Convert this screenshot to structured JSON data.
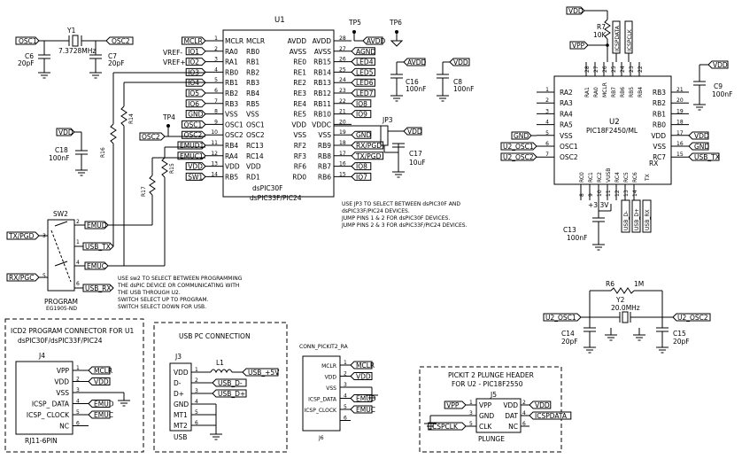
{
  "u1": {
    "ref": "U1",
    "part1": "dsPIC30F",
    "part2": "dsPIC33F/PIC24",
    "left_pins": [
      {
        "num": "1",
        "name": "MCLR"
      },
      {
        "num": "2",
        "name": "RB0"
      },
      {
        "num": "3",
        "name": "RB1"
      },
      {
        "num": "4",
        "name": "RB2"
      },
      {
        "num": "5",
        "name": "RB3"
      },
      {
        "num": "6",
        "name": "RB4"
      },
      {
        "num": "7",
        "name": "RB5"
      },
      {
        "num": "8",
        "name": "VSS"
      },
      {
        "num": "9",
        "name": "OSC1"
      },
      {
        "num": "10",
        "name": "OSC2"
      },
      {
        "num": "11",
        "name": "RC13"
      },
      {
        "num": "12",
        "name": "RC14"
      },
      {
        "num": "13",
        "name": "VDD"
      },
      {
        "num": "14",
        "name": "RD1"
      }
    ],
    "left_outer": [
      "MCLR",
      "RA0",
      "RA1",
      "RB0",
      "RB1",
      "RB2",
      "RB3",
      "VSS",
      "OSC1",
      "OSC2",
      "RB4",
      "RA4",
      "VDD",
      "RB5"
    ],
    "right_pins": [
      {
        "num": "28",
        "name": "AVDD"
      },
      {
        "num": "27",
        "name": "AVSS"
      },
      {
        "num": "26",
        "name": "RE0"
      },
      {
        "num": "25",
        "name": "RE1"
      },
      {
        "num": "24",
        "name": "RE2"
      },
      {
        "num": "23",
        "name": "RE3"
      },
      {
        "num": "22",
        "name": "RE4"
      },
      {
        "num": "21",
        "name": "RE5"
      },
      {
        "num": "20",
        "name": "VDD"
      },
      {
        "num": "19",
        "name": "VSS"
      },
      {
        "num": "18",
        "name": "RF2"
      },
      {
        "num": "17",
        "name": "RF3"
      },
      {
        "num": "16",
        "name": "RF6"
      },
      {
        "num": "15",
        "name": "RD0"
      }
    ],
    "right_outer": [
      "AVDD",
      "AVSS",
      "RB15",
      "RB14",
      "RB13",
      "RB12",
      "RB11",
      "RB10",
      "VDDC",
      "VSS",
      "RB9",
      "RB8",
      "RB7",
      "RB6"
    ],
    "left_nets": [
      "MCLR",
      "IO1",
      "IO2",
      "IO3",
      "IO4",
      "IO5",
      "IO6",
      "GND",
      "OSC1",
      "OSC2",
      "EMUD1",
      "EMUC1",
      "VDD",
      "SW1"
    ],
    "vref_minus": "VREF-",
    "vref_plus": "VREF+",
    "right_nets": [
      "AVDD",
      "AGND",
      "LED4",
      "LED5",
      "LED6",
      "LED7",
      "IO8",
      "IO9",
      "",
      "GND",
      "RX/PGD",
      "TX/PGD",
      "IO8",
      "IO7"
    ]
  },
  "u2": {
    "ref": "U2",
    "part": "PIC18F2450/ML",
    "left_pins": [
      {
        "num": "1",
        "name": "RA2"
      },
      {
        "num": "2",
        "name": "RA3"
      },
      {
        "num": "3",
        "name": "RA4"
      },
      {
        "num": "4",
        "name": "RA5"
      },
      {
        "num": "5",
        "name": "VSS"
      },
      {
        "num": "6",
        "name": "OSC1"
      },
      {
        "num": "7",
        "name": "OSC2"
      }
    ],
    "right_pins": [
      {
        "num": "21",
        "name": "RB3"
      },
      {
        "num": "20",
        "name": "RB2"
      },
      {
        "num": "19",
        "name": "RB1"
      },
      {
        "num": "18",
        "name": "RB0"
      },
      {
        "num": "17",
        "name": "VDD"
      },
      {
        "num": "16",
        "name": "VSS"
      },
      {
        "num": "15",
        "name": "RC7"
      }
    ],
    "right_extra": "RX",
    "top_pins": [
      {
        "num": "28",
        "name": "RA1"
      },
      {
        "num": "27",
        "name": "RA0"
      },
      {
        "num": "26",
        "name": "MCLR"
      },
      {
        "num": "25",
        "name": "RB7"
      },
      {
        "num": "24",
        "name": "RB6"
      },
      {
        "num": "23",
        "name": "RB5"
      },
      {
        "num": "22",
        "name": "RB4"
      }
    ],
    "bottom_pins": [
      {
        "num": "8",
        "name": "RC0"
      },
      {
        "num": "9",
        "name": "RC1"
      },
      {
        "num": "10",
        "name": "RC2"
      },
      {
        "num": "11",
        "name": "VUSB"
      },
      {
        "num": "12",
        "name": "RC4"
      },
      {
        "num": "13",
        "name": "RC5"
      },
      {
        "num": "14",
        "name": "RC6"
      }
    ],
    "bottom_extra": "TX",
    "left_nets": [
      "GND",
      "U2_OSC1",
      "U2_OSC2"
    ],
    "right_nets": [
      "VDD",
      "GND",
      "USB_TX"
    ],
    "top_nets": [
      "VPP",
      "ICSPDATA",
      "ICSPCLK"
    ],
    "bottom_nets": [
      "USB_D-",
      "USB_D+",
      "USB_RX"
    ],
    "vusb_label": "+3.3V"
  },
  "top_left": {
    "osc1": "OSC1",
    "osc2": "OSC2",
    "y1": "Y1",
    "y1_val": "7.3728MHz",
    "c6": "C6",
    "c6_val": "20pF",
    "c7": "C7",
    "c7_val": "20pF",
    "vdd": "VDD",
    "c18": "C18",
    "c18_val": "100nF"
  },
  "mid": {
    "tp4": "TP4",
    "tp5": "TP5",
    "tp6": "TP6",
    "avdd": "AVDD",
    "avdd_net": "AVDD",
    "vdd": "VDD",
    "c16": "C16",
    "c16_val": "100nF",
    "c8": "C8",
    "c8_val": "100nF",
    "jp3": "JP3",
    "jp3_vdd": "VDD",
    "c17": "C17",
    "c17_val": "10uF",
    "r16": "R16",
    "r14": "R14",
    "r17": "R17",
    "r15": "R15",
    "osc2": "OSC2",
    "jp3_note": [
      "USE JP3 TO SELECT BETWEEN dsPIC30F AND",
      "dsPIC33F/PIC24 DEVICES.",
      "JUMP PINS 1 & 2 FOR dsPIC30F DEVICES.",
      "JUMP PINS 2 & 3 FOR dsPIC33F/PIC24 DEVICES."
    ]
  },
  "sw2": {
    "ref": "SW2",
    "tx_pgd": "TX/PGD",
    "rx_pgc": "RX/PGC",
    "emud": "EMUD",
    "usb_tx": "USB_TX",
    "emuc": "EMUC",
    "usb_rx": "USB_RX",
    "label": "PROGRAM",
    "part": "EG1905-ND",
    "note": [
      "USE sw2 TO SELECT BETWEEN PROGRAMMING",
      "THE dsPIC DEVICE OR COMMUNICATING WITH",
      "THE USB THROUGH U2.",
      "SWITCH SELECT UP TO PROGRAM.",
      "SWITCH SELECT DOWN FOR USB."
    ]
  },
  "right_top": {
    "vdd": "VDD",
    "r7": "R7",
    "r7_val": "10K",
    "vpp": "VPP",
    "icspdata": "ICSPDATA",
    "icspclk": "ICSPCLK",
    "vdd2": "VDD",
    "c9": "C9",
    "c9_val": "100nF"
  },
  "y2": {
    "r6": "R6",
    "r6_val": "1M",
    "y2": "Y2",
    "y2_val": "20.0MHz",
    "osc1": "U2_OSC1",
    "osc2": "U2_OSC2",
    "c14": "C14",
    "c14_val": "20pF",
    "c15": "C15",
    "c15_val": "20pF",
    "c13": "C13",
    "c13_val": "100nF"
  },
  "icd2": {
    "title1": "ICD2 PROGRAM CONNECTOR FOR U1",
    "title2": "dsPIC30F/dsPIC33F/PIC24",
    "ref": "J4",
    "part": "RJ11-6PIN",
    "pins": [
      {
        "num": "1",
        "name": "VPP",
        "net": "MCLR"
      },
      {
        "num": "2",
        "name": "VDD",
        "net": "VDD"
      },
      {
        "num": "3",
        "name": "VSS",
        "net": ""
      },
      {
        "num": "4",
        "name": "ICSP_ DATA",
        "net": "EMUD"
      },
      {
        "num": "5",
        "name": "ICSP_ CLOCK",
        "net": "EMUC"
      },
      {
        "num": "6",
        "name": "NC",
        "net": ""
      }
    ]
  },
  "usb": {
    "title": "USB PC CONNECTION",
    "ref": "J3",
    "part": "USB",
    "l1": "L1",
    "pins": [
      {
        "num": "1",
        "name": "VDD",
        "net": "USB_+5V"
      },
      {
        "num": "2",
        "name": "D-",
        "net": "USB_D-"
      },
      {
        "num": "3",
        "name": "D+",
        "net": "USB_D+"
      },
      {
        "num": "4",
        "name": "GND",
        "net": ""
      },
      {
        "num": "5",
        "name": "MT1",
        "net": ""
      },
      {
        "num": "6",
        "name": "MT2",
        "net": ""
      }
    ]
  },
  "conn": {
    "title": "CONN_PICKIT2_RA",
    "ref": "J6",
    "pins": [
      {
        "num": "1",
        "name": "MCLR",
        "net": "MCLR"
      },
      {
        "num": "2",
        "name": "VDD",
        "net": "VDD"
      },
      {
        "num": "3",
        "name": "VSS",
        "net": ""
      },
      {
        "num": "4",
        "name": "ICSP_DATA",
        "net": "EMUD"
      },
      {
        "num": "5",
        "name": "ICSP_CLOCK",
        "net": "EMUC"
      },
      {
        "num": "6",
        "name": "",
        "net": ""
      }
    ]
  },
  "plunge": {
    "title1": "PICKIT 2 PLUNGE HEADER",
    "title2": "FOR U2 - PIC18F2550",
    "ref": "J5",
    "part": "PLUNGE",
    "left": [
      {
        "num": "1",
        "name": "VPP",
        "net": "VPP"
      },
      {
        "num": "3",
        "name": "GND",
        "net": ""
      },
      {
        "num": "5",
        "name": "CLK",
        "net": "ICSPCLK"
      }
    ],
    "right": [
      {
        "num": "2",
        "name": "VDD",
        "net": "VDD"
      },
      {
        "num": "4",
        "name": "DAT",
        "net": "ICSPDATA"
      },
      {
        "num": "6",
        "name": "NC",
        "net": ""
      }
    ]
  }
}
